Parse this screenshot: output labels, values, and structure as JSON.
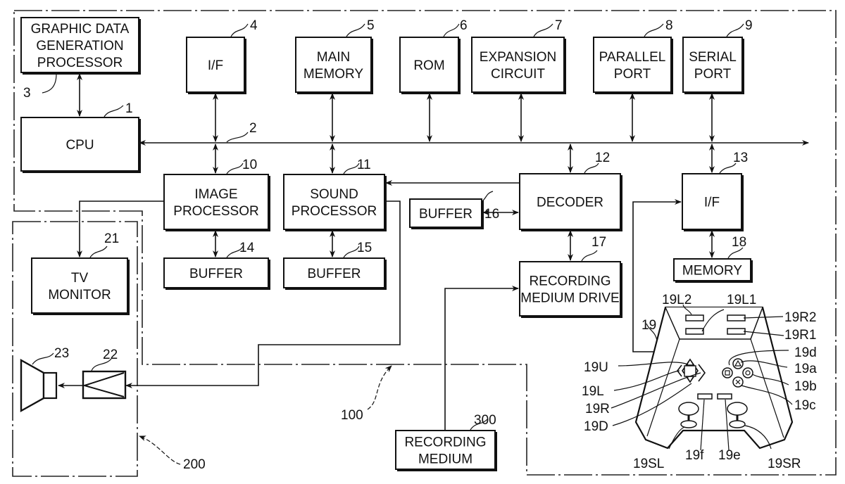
{
  "figure": {
    "boundaries": {
      "main_unit": {
        "ref": "100"
      },
      "tv_set": {
        "ref": "200"
      }
    },
    "bus": {
      "ref": "2"
    },
    "blocks": {
      "gdgp": {
        "ref": "3",
        "lines": [
          "GRAPHIC DATA",
          "GENERATION",
          "PROCESSOR"
        ]
      },
      "cpu": {
        "ref": "1",
        "lines": [
          "CPU"
        ]
      },
      "if_top": {
        "ref": "4",
        "lines": [
          "I/F"
        ]
      },
      "main_memory": {
        "ref": "5",
        "lines": [
          "MAIN",
          "MEMORY"
        ]
      },
      "rom": {
        "ref": "6",
        "lines": [
          "ROM"
        ]
      },
      "expansion": {
        "ref": "7",
        "lines": [
          "EXPANSION",
          "CIRCUIT"
        ]
      },
      "parallel": {
        "ref": "8",
        "lines": [
          "PARALLEL",
          "PORT"
        ]
      },
      "serial": {
        "ref": "9",
        "lines": [
          "SERIAL",
          "PORT"
        ]
      },
      "image_proc": {
        "ref": "10",
        "lines": [
          "IMAGE",
          "PROCESSOR"
        ]
      },
      "sound_proc": {
        "ref": "11",
        "lines": [
          "SOUND",
          "PROCESSOR"
        ]
      },
      "decoder": {
        "ref": "12",
        "lines": [
          "DECODER"
        ]
      },
      "if_ctrl": {
        "ref": "13",
        "lines": [
          "I/F"
        ]
      },
      "buffer_img": {
        "ref": "14",
        "lines": [
          "BUFFER"
        ]
      },
      "buffer_snd": {
        "ref": "15",
        "lines": [
          "BUFFER"
        ]
      },
      "buffer_dec": {
        "ref": "16",
        "lines": [
          "BUFFER"
        ]
      },
      "rec_drive": {
        "ref": "17",
        "lines": [
          "RECORDING",
          "MEDIUM DRIVE"
        ]
      },
      "memory": {
        "ref": "18",
        "lines": [
          "MEMORY"
        ]
      },
      "tv_monitor": {
        "ref": "21",
        "lines": [
          "TV",
          "MONITOR"
        ]
      },
      "rec_medium": {
        "ref": "300",
        "lines": [
          "RECORDING",
          "MEDIUM"
        ]
      }
    },
    "devices": {
      "amplifier": {
        "ref": "22"
      },
      "speaker": {
        "ref": "23"
      }
    },
    "controller": {
      "ref": "19",
      "labels": {
        "l2": "19L2",
        "l1": "19L1",
        "r2": "19R2",
        "r1": "19R1",
        "d": "19d",
        "a": "19a",
        "b": "19b",
        "c": "19c",
        "up": "19U",
        "left": "19L",
        "right": "19R",
        "down": "19D",
        "sl": "19SL",
        "f": "19f",
        "e": "19e",
        "sr": "19SR"
      }
    }
  }
}
